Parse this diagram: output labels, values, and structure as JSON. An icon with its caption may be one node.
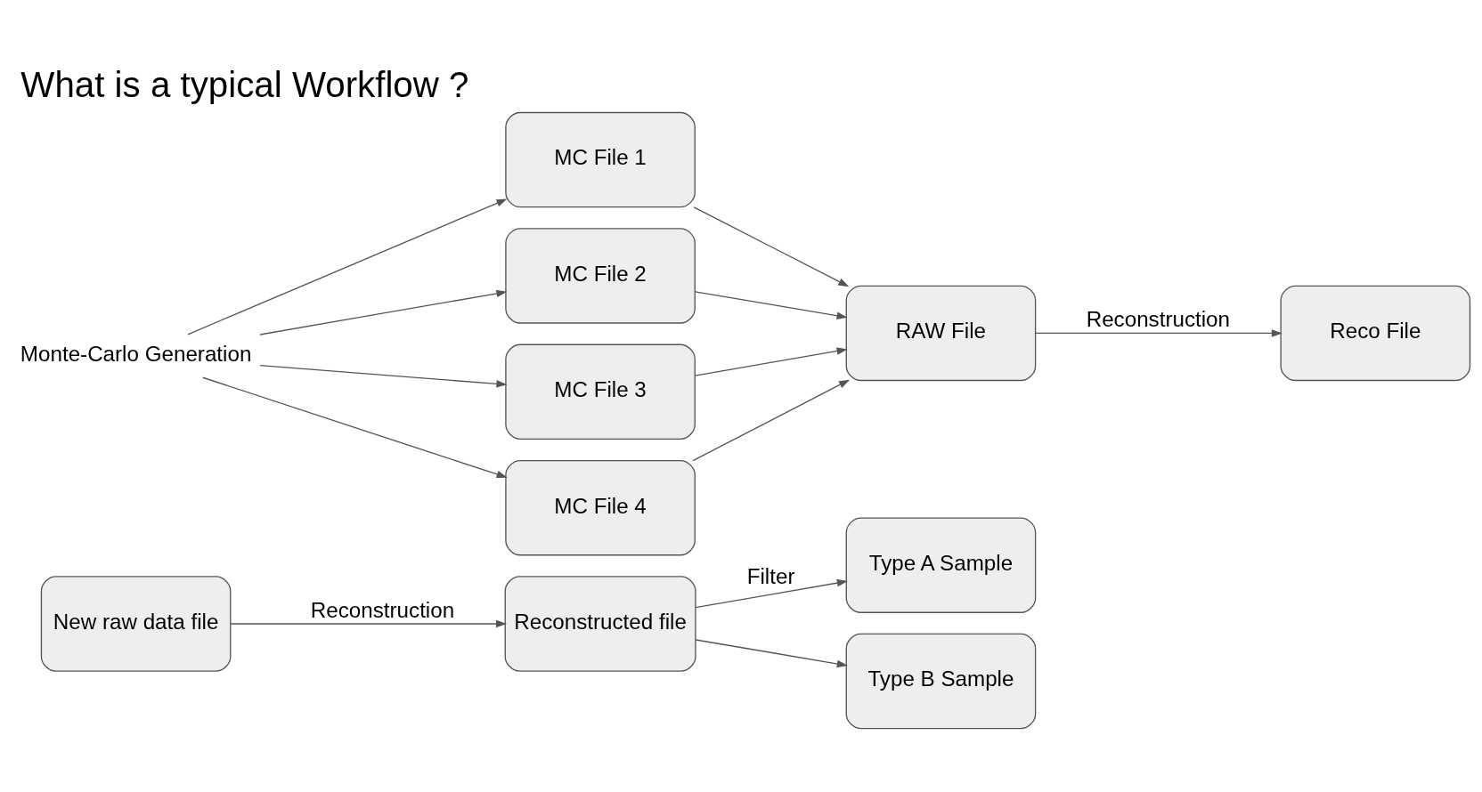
{
  "diagram": {
    "title": "What is a typical Workflow ?",
    "nodes": [
      {
        "text": [
          "New raw data file"
        ]
      },
      {
        "text": [
          "Reconstructed file"
        ]
      },
      {
        "text": [
          "Type A Sample"
        ]
      },
      {
        "text": [
          "Type B Sample"
        ]
      },
      {
        "text": [
          "Monte-Carlo Generation"
        ]
      },
      {
        "text": [
          "MC File 1"
        ]
      },
      {
        "text": [
          "MC File 2"
        ]
      },
      {
        "text": [
          "MC File 3"
        ]
      },
      {
        "text": [
          "MC File 4"
        ]
      },
      {
        "text": [
          "RAW File"
        ]
      },
      {
        "text": [
          "Reco File"
        ]
      }
    ],
    "edges": [
      {
        "from": 0,
        "to": 1,
        "arrow": "to",
        "label": "Reconstruction"
      },
      {
        "from": 1,
        "to": 2,
        "arrow": "to",
        "label": "Filter"
      },
      {
        "from": 1,
        "to": 3,
        "arrow": "to"
      },
      {
        "from": 4,
        "to": 5,
        "arrow": "to"
      },
      {
        "from": 4,
        "to": 6,
        "arrow": "to"
      },
      {
        "from": 4,
        "to": 7,
        "arrow": "to"
      },
      {
        "from": 4,
        "to": 8,
        "arrow": "to"
      },
      {
        "from": 5,
        "to": 9,
        "arrow": "to"
      },
      {
        "from": 6,
        "to": 9,
        "arrow": "to"
      },
      {
        "from": 7,
        "to": 9,
        "arrow": "to"
      },
      {
        "from": 8,
        "to": 9,
        "arrow": "to"
      },
      {
        "from": 9,
        "to": 10,
        "arrow": "to",
        "label": "Reconstruction"
      }
    ]
  }
}
